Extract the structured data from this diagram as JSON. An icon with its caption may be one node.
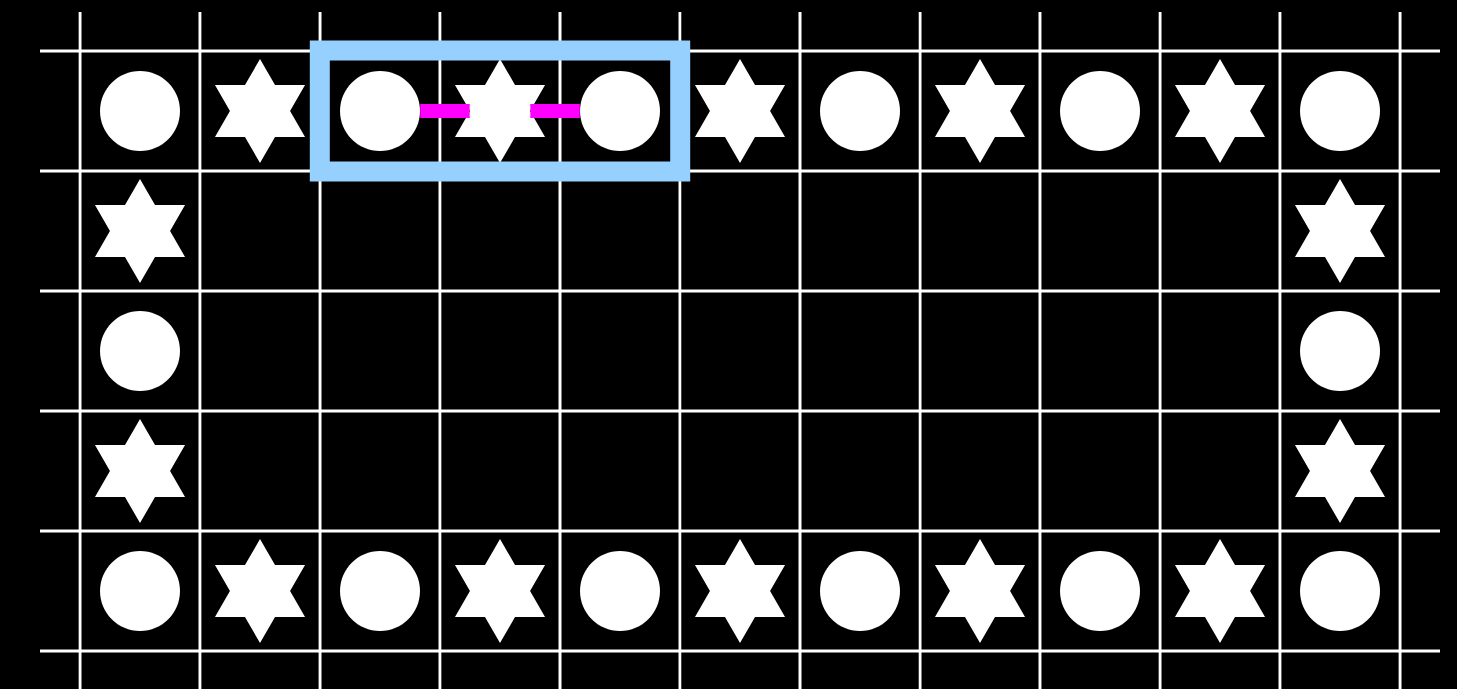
{
  "diagram": {
    "nodes": [
      {
        "text": [],
        "shape": "circle"
      },
      {
        "text": [],
        "shape": "star"
      },
      {
        "text": [],
        "shape": "box"
      },
      {
        "text": [],
        "shape": "circle",
        "in": 2
      },
      {
        "text": [],
        "shape": "star",
        "in": 2
      },
      {
        "text": [],
        "shape": "circle",
        "in": 2
      },
      {
        "text": [],
        "shape": "star"
      },
      {
        "text": [],
        "shape": "circle"
      },
      {
        "text": [],
        "shape": "star"
      },
      {
        "text": [],
        "shape": "circle"
      },
      {
        "text": [],
        "shape": "star"
      },
      {
        "text": [],
        "shape": "circle"
      },
      {
        "text": [],
        "shape": "star"
      },
      {
        "text": [],
        "shape": "star"
      },
      {
        "text": [],
        "shape": "circle"
      },
      {
        "text": [],
        "shape": "circle"
      },
      {
        "text": [],
        "shape": "star"
      },
      {
        "text": [],
        "shape": "star"
      },
      {
        "text": [],
        "shape": "circle"
      },
      {
        "text": [],
        "shape": "star"
      },
      {
        "text": [],
        "shape": "circle"
      },
      {
        "text": [],
        "shape": "star"
      },
      {
        "text": [],
        "shape": "circle"
      },
      {
        "text": [],
        "shape": "star"
      },
      {
        "text": [],
        "shape": "circle"
      },
      {
        "text": [],
        "shape": "star"
      },
      {
        "text": [],
        "shape": "circle"
      },
      {
        "text": [],
        "shape": "star"
      },
      {
        "text": [],
        "shape": "circle"
      }
    ],
    "edges": [
      {
        "from": 3,
        "to": 4,
        "arrow": "none",
        "color": "#ff00ff"
      },
      {
        "from": 4,
        "to": 5,
        "arrow": "none",
        "color": "#ff00ff"
      }
    ]
  }
}
